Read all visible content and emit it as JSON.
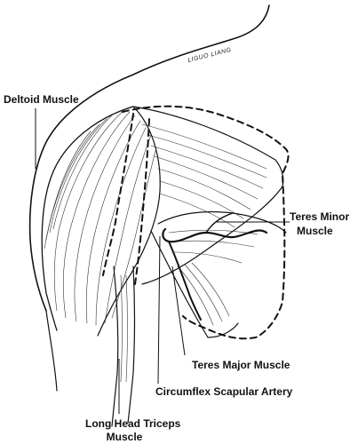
{
  "illustration": {
    "signature": "LIGUO LIANG",
    "labels": {
      "deltoid": "Deltoid Muscle",
      "teres_minor_line1": "Teres Minor",
      "teres_minor_line2": "Muscle",
      "teres_major": "Teres Major Muscle",
      "circumflex": "Circumflex Scapular Artery",
      "triceps_line1": "Long Head Triceps",
      "triceps_line2": "Muscle"
    }
  }
}
